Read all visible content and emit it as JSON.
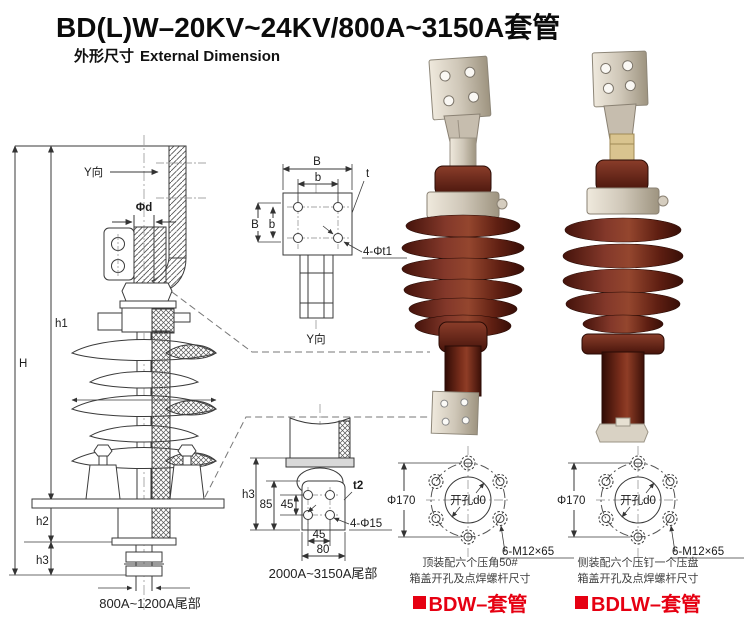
{
  "page": {
    "title": "BD(L)W–20KV~24KV/800A~3150A套管",
    "section_title_zh": "外形尺寸",
    "section_title_en": "External Dimension"
  },
  "colors": {
    "accent_red": "#e60012",
    "porcelain_maroon": "#6b2a1e",
    "metal": "#cfc7b8",
    "line": "#3a3a3a"
  },
  "left_drawing": {
    "dims": {
      "H": "H",
      "h1": "h1",
      "h2": "h2",
      "h3": "h3",
      "phi_d": "Φd",
      "y_direction": "Y向"
    },
    "caption": "800A~1200A尾部"
  },
  "top_view": {
    "dims": {
      "B_top": "B",
      "b_top": "b",
      "B_side": "B",
      "b_side": "b",
      "t": "t",
      "holes": "4-Φt1"
    },
    "caption": "Y向"
  },
  "tail_detail": {
    "dims": {
      "h3": "h3",
      "v85": "85",
      "v45": "45",
      "t2": "t2",
      "holes": "4-Φ15",
      "h45": "45",
      "h80": "80"
    },
    "caption": "2000A~3150A尾部"
  },
  "drill_left": {
    "diameter": "Φ170",
    "center_hole": "开孔d0",
    "bolt_spec": "6-M12×65",
    "note_line1": "顶装配六个压角50#",
    "note_line2": "箱盖开孔及点焊螺杆尺寸",
    "product_label": "BDW–套管"
  },
  "drill_right": {
    "diameter": "Φ170",
    "center_hole": "开孔d0",
    "bolt_spec": "6-M12×65",
    "note_line1": "侧装配六个压钉一个压盘",
    "note_line2": "箱盖开孔及点焊螺杆尺寸",
    "product_label": "BDLW–套管"
  }
}
